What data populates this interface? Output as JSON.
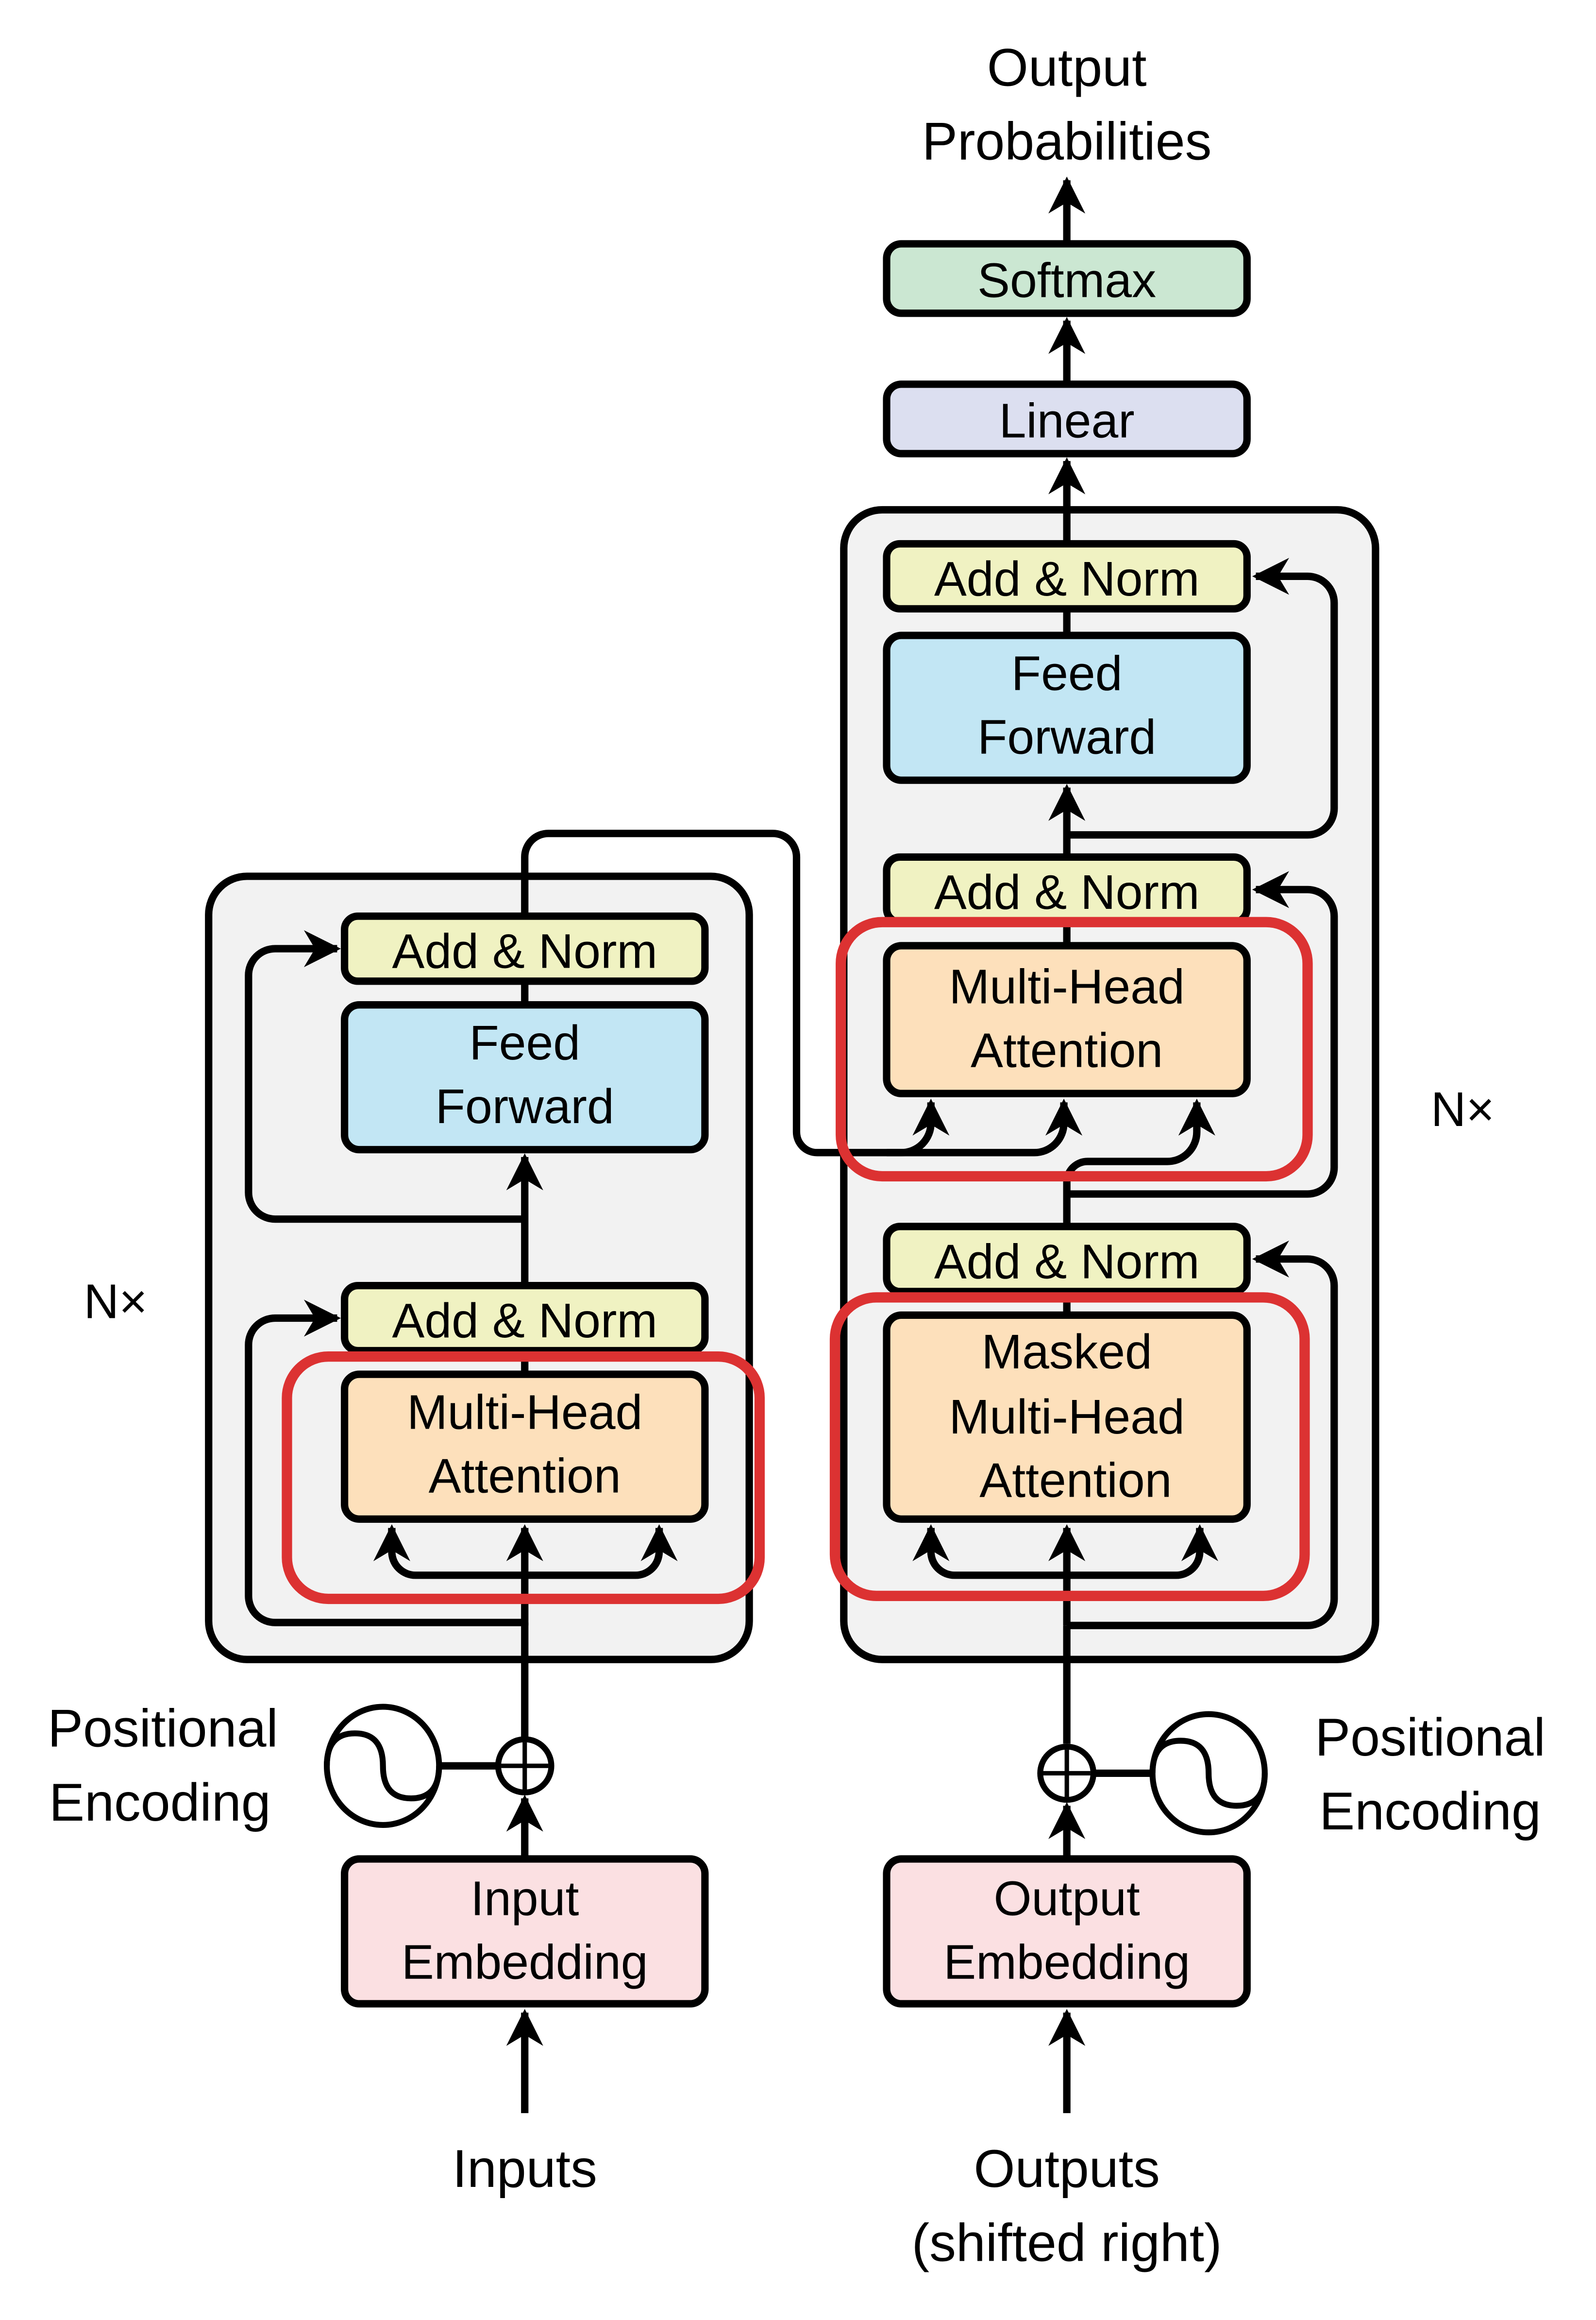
{
  "colors": {
    "add_norm": "#f0f2c2",
    "feed_forward": "#c2e6f4",
    "attention": "#fde0bb",
    "embedding": "#fbe0e2",
    "linear": "#dcdff0",
    "softmax": "#cbe7d2",
    "stack_bg": "#f2f2f2",
    "highlight": "#dc3232"
  },
  "top": {
    "line1": "Output",
    "line2": "Probabilities"
  },
  "softmax": "Softmax",
  "linear": "Linear",
  "encoder": {
    "repeat": "N×",
    "add_norm_top": "Add & Norm",
    "feed_forward": {
      "line1": "Feed",
      "line2": "Forward"
    },
    "add_norm_bottom": "Add & Norm",
    "attention": {
      "line1": "Multi-Head",
      "line2": "Attention"
    },
    "pos_enc": {
      "line1": "Positional",
      "line2": "Encoding"
    },
    "embedding": {
      "line1": "Input",
      "line2": "Embedding"
    },
    "input_label": "Inputs"
  },
  "decoder": {
    "repeat": "N×",
    "add_norm_top": "Add & Norm",
    "feed_forward": {
      "line1": "Feed",
      "line2": "Forward"
    },
    "add_norm_mid": "Add & Norm",
    "cross_attention": {
      "line1": "Multi-Head",
      "line2": "Attention"
    },
    "add_norm_bottom": "Add & Norm",
    "masked_attention": {
      "line1": "Masked",
      "line2": "Multi-Head",
      "line3": "Attention"
    },
    "pos_enc": {
      "line1": "Positional",
      "line2": "Encoding"
    },
    "embedding": {
      "line1": "Output",
      "line2": "Embedding"
    },
    "output_label": {
      "line1": "Outputs",
      "line2": "(shifted right)"
    }
  }
}
